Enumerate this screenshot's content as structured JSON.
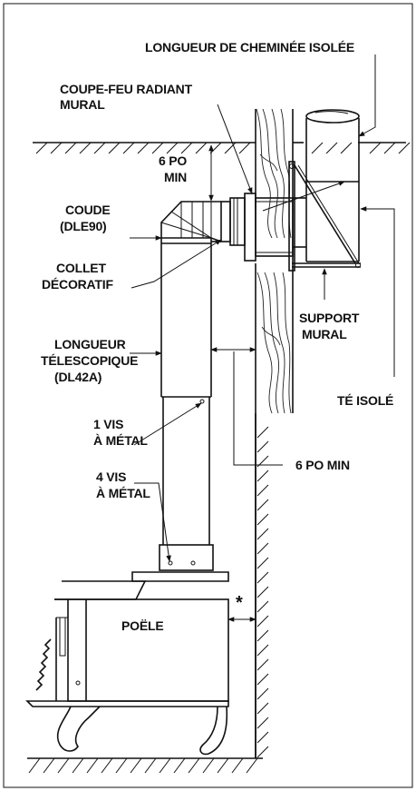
{
  "labels": {
    "chimney_length": "LONGUEUR DE CHEMINÉE ISOLÉE",
    "firestop_l1": "COUPE-FEU RADIANT",
    "firestop_l2": "MURAL",
    "clearance_top_l1": "6 PO",
    "clearance_top_l2": "MIN",
    "elbow_l1": "COUDE",
    "elbow_l2": "(DLE90)",
    "collar_l1": "COLLET",
    "collar_l2": "DÉCORATIF",
    "support_l1": "SUPPORT",
    "support_l2": "MURAL",
    "telescopic_l1": "LONGUEUR",
    "telescopic_l2": "TÉLESCOPIQUE",
    "telescopic_l3": "(DL42A)",
    "tee": "TÉ ISOLÉ",
    "screw1_l1": "1 VIS",
    "screw1_l2": "À MÉTAL",
    "clearance_side": "6 PO MIN",
    "screw4_l1": "4 VIS",
    "screw4_l2": "À MÉTAL",
    "stove": "POËLE",
    "asterisk": "*"
  }
}
